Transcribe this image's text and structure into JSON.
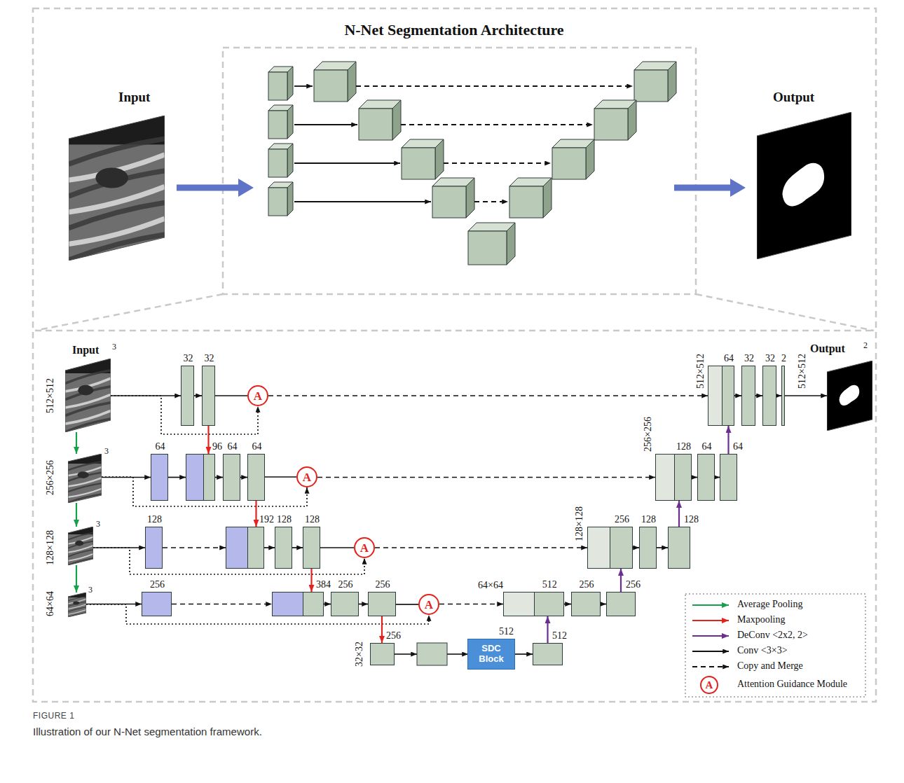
{
  "diagram": {
    "title": "N-Net Segmentation Architecture",
    "caption": "Illustration of our N-Net segmentation framework.",
    "nodes": [
      {
        "text": [
          "Input"
        ]
      },
      {
        "text": [
          "Output"
        ]
      },
      {
        "text": [
          "Input",
          "3"
        ]
      },
      {
        "text": [
          "32"
        ]
      },
      {
        "text": [
          "32"
        ]
      },
      {
        "text": [
          "A"
        ]
      },
      {
        "text": [
          "64"
        ]
      },
      {
        "text": [
          "32"
        ]
      },
      {
        "text": [
          "32"
        ]
      },
      {
        "text": [
          "2"
        ]
      },
      {
        "text": [
          "Output",
          "2"
        ]
      },
      {
        "text": [
          "3"
        ]
      },
      {
        "text": [
          "64"
        ]
      },
      {
        "text": [
          "96"
        ]
      },
      {
        "text": [
          "64"
        ]
      },
      {
        "text": [
          "64"
        ]
      },
      {
        "text": [
          "A"
        ]
      },
      {
        "text": [
          "128"
        ]
      },
      {
        "text": [
          "64"
        ]
      },
      {
        "text": [
          "64"
        ]
      },
      {
        "text": [
          "3"
        ]
      },
      {
        "text": [
          "128"
        ]
      },
      {
        "text": [
          "192"
        ]
      },
      {
        "text": [
          "128"
        ]
      },
      {
        "text": [
          "128"
        ]
      },
      {
        "text": [
          "A"
        ]
      },
      {
        "text": [
          "256"
        ]
      },
      {
        "text": [
          "128"
        ]
      },
      {
        "text": [
          "128"
        ]
      },
      {
        "text": [
          "3"
        ]
      },
      {
        "text": [
          "256"
        ]
      },
      {
        "text": [
          "384"
        ]
      },
      {
        "text": [
          "256"
        ]
      },
      {
        "text": [
          "256"
        ]
      },
      {
        "text": [
          "A"
        ]
      },
      {
        "text": [
          "512"
        ]
      },
      {
        "text": [
          "256"
        ]
      },
      {
        "text": [
          "256"
        ]
      },
      {
        "text": [
          "256"
        ]
      },
      {
        "text": [
          "SDC Block",
          "512"
        ]
      },
      {
        "text": [
          "512"
        ]
      }
    ],
    "edges": [
      {
        "from": 2,
        "to": 3,
        "arrow": "to"
      },
      {
        "from": 3,
        "to": 4,
        "arrow": "to"
      },
      {
        "from": 4,
        "to": 5,
        "arrow": "none"
      },
      {
        "from": 2,
        "to": 5,
        "arrow": "to"
      },
      {
        "from": 5,
        "to": 6,
        "arrow": "to"
      },
      {
        "from": 6,
        "to": 7,
        "arrow": "to"
      },
      {
        "from": 7,
        "to": 8,
        "arrow": "to"
      },
      {
        "from": 8,
        "to": 9,
        "arrow": "to"
      },
      {
        "from": 9,
        "to": 10,
        "arrow": "to"
      },
      {
        "from": 2,
        "to": 11,
        "arrow": "to"
      },
      {
        "from": 4,
        "to": 13,
        "arrow": "to"
      },
      {
        "from": 19,
        "to": 6,
        "arrow": "to"
      },
      {
        "from": 11,
        "to": 12,
        "arrow": "to"
      },
      {
        "from": 12,
        "to": 13,
        "arrow": "to"
      },
      {
        "from": 13,
        "to": 14,
        "arrow": "to"
      },
      {
        "from": 14,
        "to": 15,
        "arrow": "to"
      },
      {
        "from": 15,
        "to": 16,
        "arrow": "none"
      },
      {
        "from": 11,
        "to": 16,
        "arrow": "to"
      },
      {
        "from": 16,
        "to": 17,
        "arrow": "to"
      },
      {
        "from": 17,
        "to": 18,
        "arrow": "to"
      },
      {
        "from": 18,
        "to": 19,
        "arrow": "to"
      },
      {
        "from": 11,
        "to": 20,
        "arrow": "to"
      },
      {
        "from": 15,
        "to": 22,
        "arrow": "to"
      },
      {
        "from": 28,
        "to": 17,
        "arrow": "to"
      },
      {
        "from": 20,
        "to": 21,
        "arrow": "to"
      },
      {
        "from": 21,
        "to": 22,
        "arrow": "to"
      },
      {
        "from": 22,
        "to": 23,
        "arrow": "to"
      },
      {
        "from": 23,
        "to": 24,
        "arrow": "to"
      },
      {
        "from": 24,
        "to": 25,
        "arrow": "none"
      },
      {
        "from": 20,
        "to": 25,
        "arrow": "to"
      },
      {
        "from": 25,
        "to": 26,
        "arrow": "to"
      },
      {
        "from": 26,
        "to": 27,
        "arrow": "to"
      },
      {
        "from": 27,
        "to": 28,
        "arrow": "to"
      },
      {
        "from": 20,
        "to": 29,
        "arrow": "to"
      },
      {
        "from": 24,
        "to": 31,
        "arrow": "to"
      },
      {
        "from": 37,
        "to": 26,
        "arrow": "to"
      },
      {
        "from": 29,
        "to": 30,
        "arrow": "to"
      },
      {
        "from": 30,
        "to": 31,
        "arrow": "to"
      },
      {
        "from": 31,
        "to": 32,
        "arrow": "to"
      },
      {
        "from": 32,
        "to": 33,
        "arrow": "to"
      },
      {
        "from": 33,
        "to": 34,
        "arrow": "none"
      },
      {
        "from": 29,
        "to": 34,
        "arrow": "to"
      },
      {
        "from": 34,
        "to": 35,
        "arrow": "to"
      },
      {
        "from": 35,
        "to": 36,
        "arrow": "to"
      },
      {
        "from": 36,
        "to": 37,
        "arrow": "to"
      },
      {
        "from": 33,
        "to": 38,
        "arrow": "to"
      },
      {
        "from": 40,
        "to": 35,
        "arrow": "to"
      },
      {
        "from": 39,
        "to": 40,
        "arrow": "to"
      }
    ],
    "labels": [
      "512×512",
      "256×256",
      "128×128",
      "64×64",
      "32×32",
      "64×64",
      "128×128",
      "256×256",
      "512×512",
      "512×512",
      "A",
      "FIGURE 1"
    ],
    "legend": [
      {
        "text": "Average Pooling"
      },
      {
        "text": "Maxpooling"
      },
      {
        "text": "DeConv <2x2, 2>"
      },
      {
        "text": "Conv <3×3>"
      },
      {
        "text": "Copy and Merge"
      },
      {
        "text": "Attention Guidance Module"
      }
    ]
  }
}
